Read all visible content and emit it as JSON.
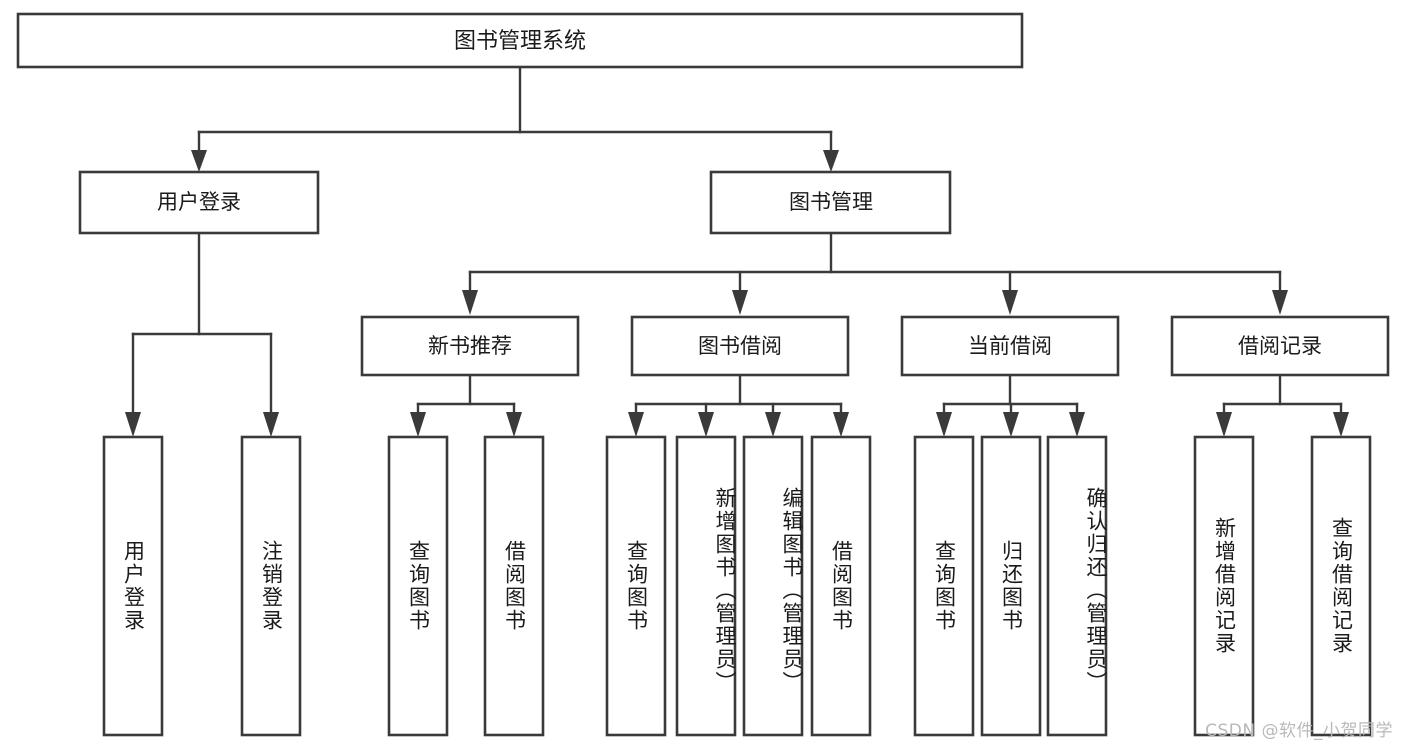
{
  "diagram": {
    "title": "图书管理系统",
    "type": "tree-hierarchy",
    "watermark": "CSDN @软件_小贺同学",
    "colors": {
      "background": "#ffffff",
      "box_stroke": "#3a3a3a",
      "box_fill": "#ffffff",
      "text": "#1b1b1b",
      "watermark": "#b9b9b9"
    },
    "root": {
      "label": "图书管理系统"
    },
    "level1": [
      {
        "label": "用户登录"
      },
      {
        "label": "图书管理"
      }
    ],
    "level2": [
      {
        "label": "新书推荐"
      },
      {
        "label": "图书借阅"
      },
      {
        "label": "当前借阅"
      },
      {
        "label": "借阅记录"
      }
    ],
    "leaves": {
      "user_login": [
        {
          "label": "用户登录"
        },
        {
          "label": "注销登录"
        }
      ],
      "new_book_recommend": [
        {
          "label": "查询图书"
        },
        {
          "label": "借阅图书"
        }
      ],
      "book_borrow": [
        {
          "label": "查询图书"
        },
        {
          "label": "新增图书（管理员）"
        },
        {
          "label": "编辑图书（管理员）"
        },
        {
          "label": "借阅图书"
        }
      ],
      "current_borrow": [
        {
          "label": "查询图书"
        },
        {
          "label": "归还图书"
        },
        {
          "label": "确认归还（管理员）"
        }
      ],
      "borrow_record": [
        {
          "label": "新增借阅记录"
        },
        {
          "label": "查询借阅记录"
        }
      ]
    }
  }
}
